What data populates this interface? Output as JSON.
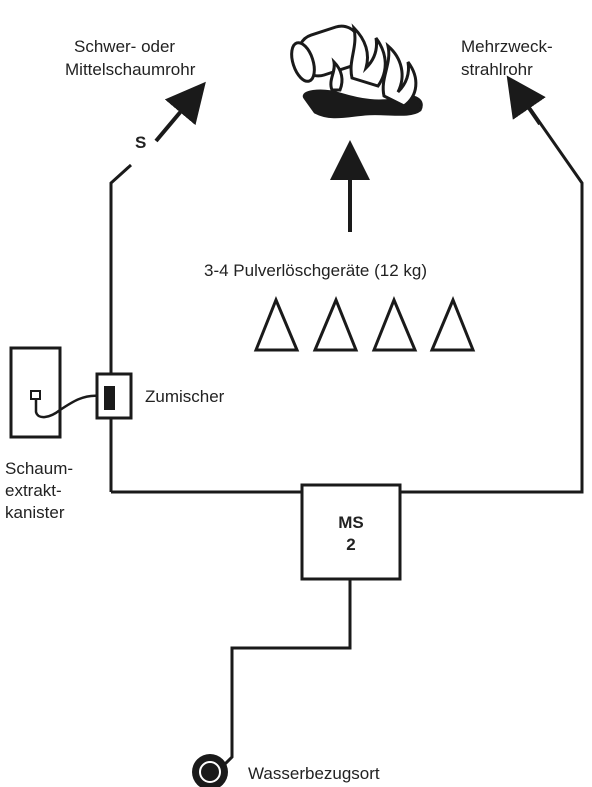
{
  "labels": {
    "foam_nozzle_line1": "Schwer- oder",
    "foam_nozzle_line2": "Mittelschaumrohr",
    "multi_nozzle_line1": "Mehrzweck-",
    "multi_nozzle_line2": "strahlrohr",
    "s_marker": "S",
    "extinguishers": "3-4 Pulverlöschgeräte (12 kg)",
    "mixer": "Zumischer",
    "canister_line1": "Schaum-",
    "canister_line2": "extrakt-",
    "canister_line3": "kanister",
    "pump_line1": "MS",
    "pump_line2": "2",
    "water_source": "Wasserbezugsort"
  },
  "extinguisher_count": 4,
  "colors": {
    "stroke": "#1a1a1a",
    "background": "#ffffff",
    "text": "#222222"
  },
  "icons": [
    "fire-icon",
    "extinguisher-icon",
    "water-source-icon",
    "arrow-icon"
  ]
}
